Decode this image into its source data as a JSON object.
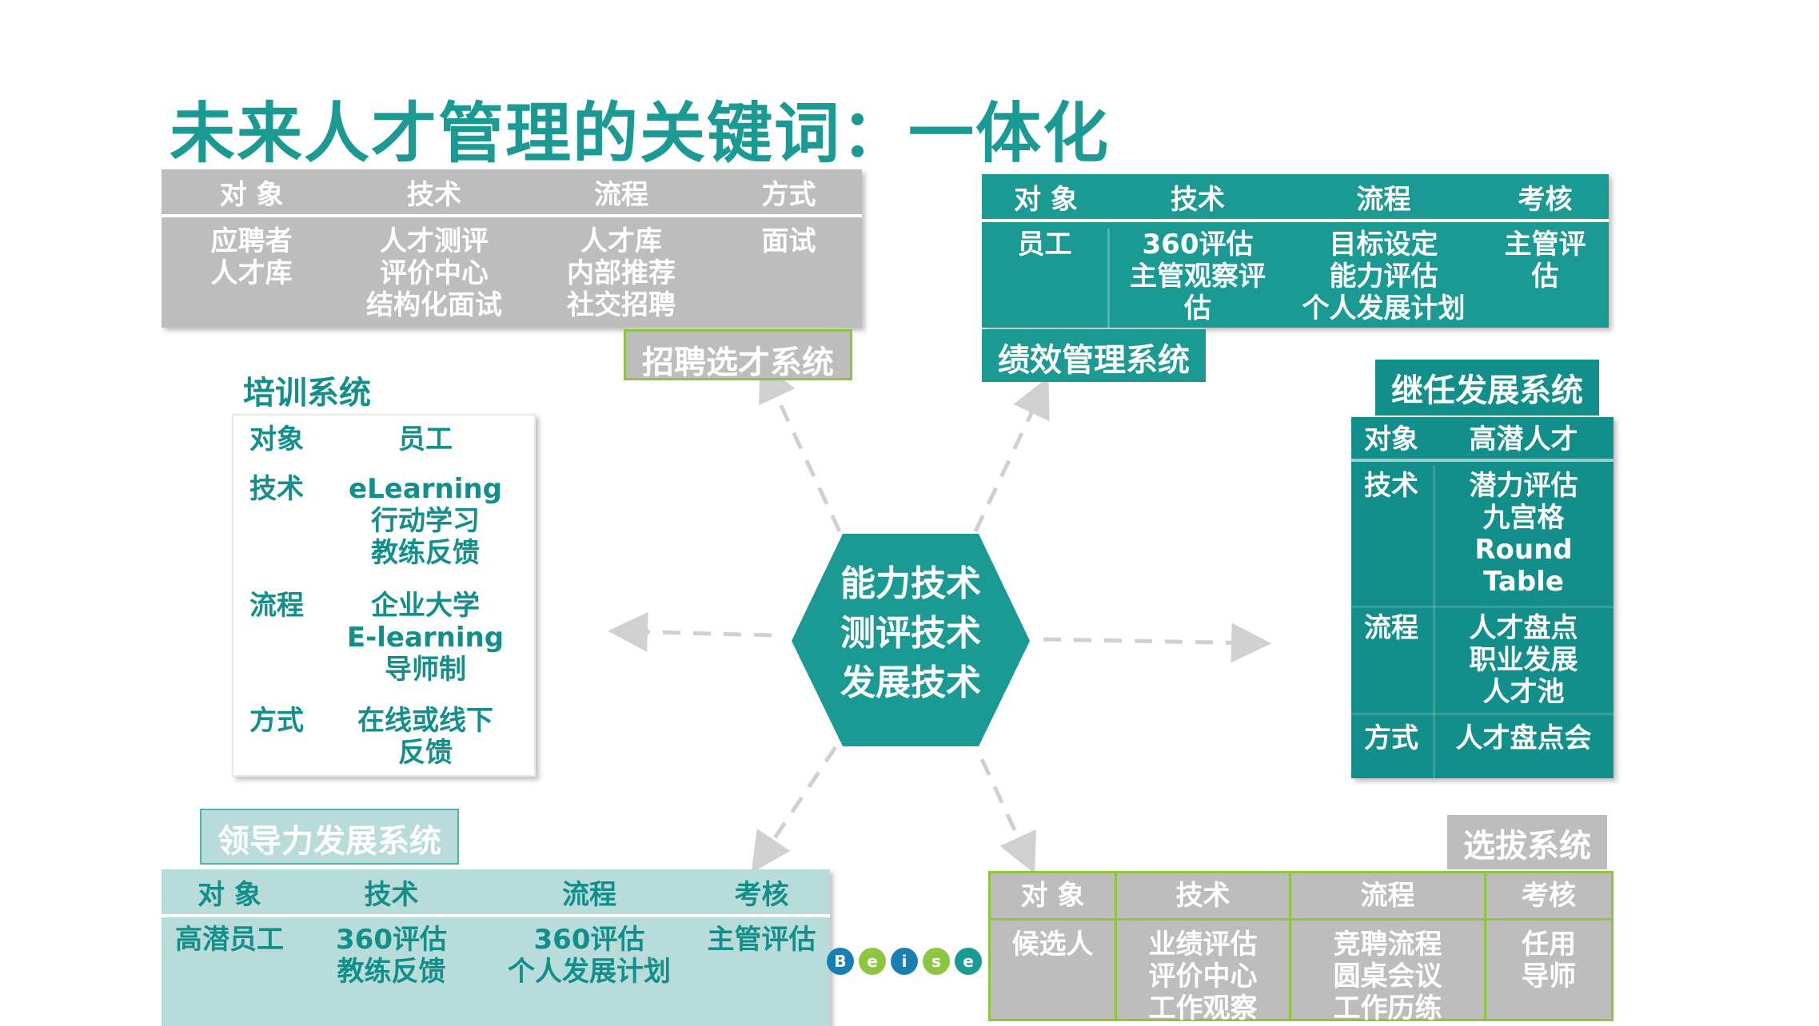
{
  "title": "未来人才管理的关键词：一体化",
  "center": {
    "lines": [
      "能力技术",
      "测评技术",
      "发展技术"
    ]
  },
  "recruit": {
    "label": "招聘选才系统",
    "headers": [
      "对 象",
      "技术",
      "流程",
      "方式"
    ],
    "cells": [
      [
        "应聘者",
        "人才库"
      ],
      [
        "人才测评",
        "评价中心",
        "结构化面试"
      ],
      [
        "人才库",
        "内部推荐",
        "社交招聘"
      ],
      [
        "面试"
      ]
    ]
  },
  "performance": {
    "label": "绩效管理系统",
    "headers": [
      "对 象",
      "技术",
      "流程",
      "考核"
    ],
    "cells": [
      [
        "员工"
      ],
      [
        "360评估",
        "主管观察评",
        "估"
      ],
      [
        "目标设定",
        "能力评估",
        "个人发展计划"
      ],
      [
        "主管评",
        "估"
      ]
    ]
  },
  "training": {
    "label": "培训系统",
    "rows": [
      {
        "key": "对象",
        "values": [
          "员工"
        ]
      },
      {
        "key": "技术",
        "values": [
          "eLearning",
          "行动学习",
          "教练反馈"
        ]
      },
      {
        "key": "流程",
        "values": [
          "企业大学",
          "E-learning",
          "导师制"
        ]
      },
      {
        "key": "方式",
        "values": [
          "在线或线下",
          "反馈"
        ]
      }
    ]
  },
  "succession": {
    "label": "继任发展系统",
    "rows": [
      {
        "key": "对象",
        "values": [
          "高潜人才"
        ]
      },
      {
        "key": "技术",
        "values": [
          "潜力评估",
          "九宫格",
          "Round",
          "Table"
        ]
      },
      {
        "key": "流程",
        "values": [
          "人才盘点",
          "职业发展",
          "人才池"
        ]
      },
      {
        "key": "方式",
        "values": [
          "人才盘点会"
        ]
      }
    ]
  },
  "leadership": {
    "label": "领导力发展系统",
    "headers": [
      "对 象",
      "技术",
      "流程",
      "考核"
    ],
    "cells": [
      [
        "高潜员工"
      ],
      [
        "360评估",
        "教练反馈"
      ],
      [
        "360评估",
        "个人发展计划"
      ],
      [
        "主管评估"
      ]
    ]
  },
  "selection": {
    "label": "选拔系统",
    "headers": [
      "对 象",
      "技术",
      "流程",
      "考核"
    ],
    "cells": [
      [
        "候选人"
      ],
      [
        "业绩评估",
        "评价中心",
        "工作观察"
      ],
      [
        "竞聘流程",
        "圆桌会议",
        "工作历练"
      ],
      [
        "任用",
        "导师"
      ]
    ]
  },
  "logo": {
    "letters": [
      "B",
      "e",
      "i",
      "s",
      "e"
    ]
  },
  "colors": {
    "teal": "#1a9a92",
    "dark_teal": "#128f8a",
    "gray": "#bdbdbd",
    "light_teal": "#b8dcda",
    "green_border": "#8cc63f"
  }
}
